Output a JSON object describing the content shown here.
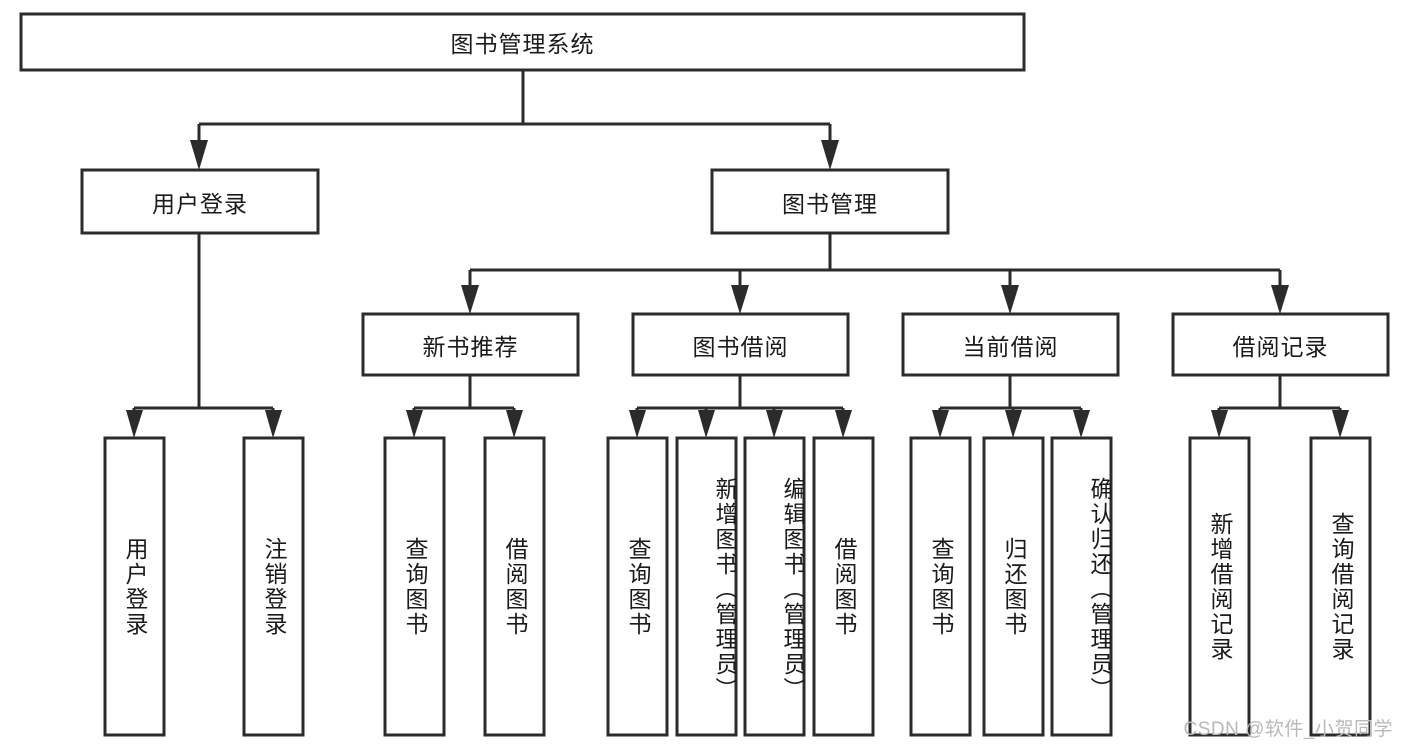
{
  "diagram": {
    "type": "tree-hierarchy-chart",
    "title": "图书管理系统",
    "watermark": "CSDN @软件_小贺同学",
    "colors": {
      "box_stroke": "#2b2b2b",
      "box_fill": "#ffffff",
      "text": "#1b1b1b",
      "watermark": "#b9b9b9",
      "background": "#ffffff"
    },
    "levels": {
      "root": {
        "label": "图书管理系统"
      },
      "level2": [
        {
          "id": "user-login",
          "label": "用户登录"
        },
        {
          "id": "book-management",
          "label": "图书管理"
        }
      ],
      "level3": [
        {
          "id": "new-book-recommend",
          "label": "新书推荐",
          "parent": "book-management"
        },
        {
          "id": "book-borrow",
          "label": "图书借阅",
          "parent": "book-management"
        },
        {
          "id": "current-borrow",
          "label": "当前借阅",
          "parent": "book-management"
        },
        {
          "id": "borrow-record",
          "label": "借阅记录",
          "parent": "book-management"
        }
      ],
      "leaves": [
        {
          "id": "leaf-user-login",
          "label": "用户登录",
          "parent": "user-login"
        },
        {
          "id": "leaf-logout-login",
          "label": "注销登录",
          "parent": "user-login"
        },
        {
          "id": "leaf-query-book-1",
          "label": "查询图书",
          "parent": "new-book-recommend"
        },
        {
          "id": "leaf-borrow-book-1",
          "label": "借阅图书",
          "parent": "new-book-recommend"
        },
        {
          "id": "leaf-query-book-2",
          "label": "查询图书",
          "parent": "book-borrow"
        },
        {
          "id": "leaf-add-book",
          "label": "新增图书（管理员）",
          "parent": "book-borrow"
        },
        {
          "id": "leaf-edit-book",
          "label": "编辑图书（管理员）",
          "parent": "book-borrow"
        },
        {
          "id": "leaf-borrow-book-2",
          "label": "借阅图书",
          "parent": "book-borrow"
        },
        {
          "id": "leaf-query-book-3",
          "label": "查询图书",
          "parent": "current-borrow"
        },
        {
          "id": "leaf-return-book",
          "label": "归还图书",
          "parent": "current-borrow"
        },
        {
          "id": "leaf-confirm-return",
          "label": "确认归还（管理员）",
          "parent": "current-borrow"
        },
        {
          "id": "leaf-add-record",
          "label": "新增借阅记录",
          "parent": "borrow-record"
        },
        {
          "id": "leaf-query-record",
          "label": "查询借阅记录",
          "parent": "borrow-record"
        }
      ]
    }
  }
}
